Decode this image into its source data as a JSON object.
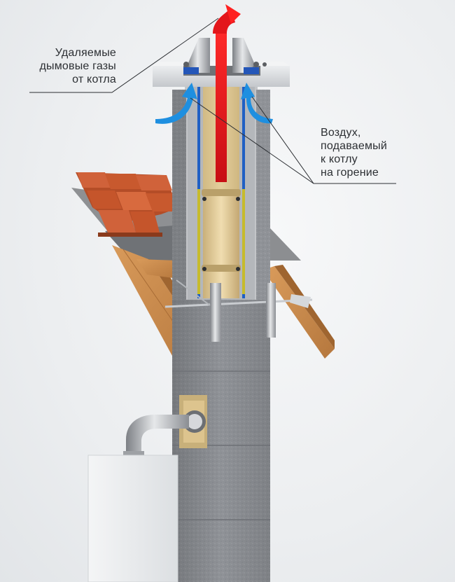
{
  "labels": {
    "flue_gases": [
      "Удаляемые",
      "дымовые газы",
      "от котла"
    ],
    "combustion_air": [
      "Воздух,",
      "подаваемый",
      "к котлу",
      "на горение"
    ]
  },
  "colors": {
    "background": "#eef0f2",
    "block": "#8f9297",
    "flue_arrow": "#e3161b",
    "air_arrow": "#1e8fe0",
    "inner_pipe": "#e8d3a4",
    "tile": "#c8592e",
    "rafter": "#c9894c",
    "text": "#2c2f33"
  },
  "icons": {
    "flue_arrow": "up-arrow-red",
    "air_arrows": "curved-arrow-blue"
  }
}
